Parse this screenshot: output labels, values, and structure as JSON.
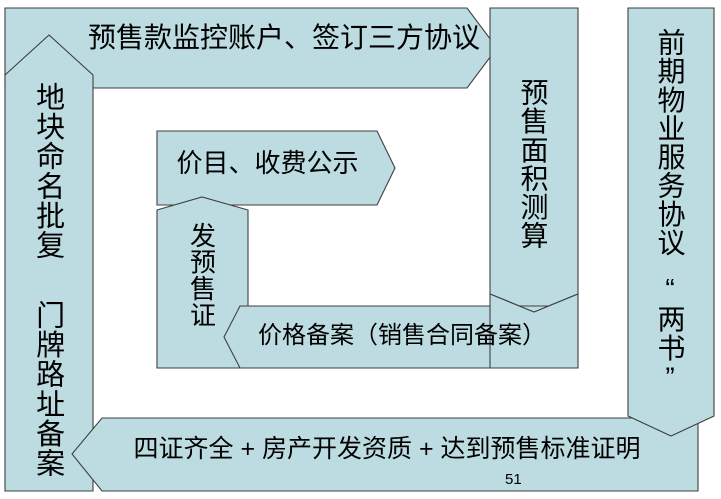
{
  "page": {
    "number": "51",
    "fill_color": "#bcdce1",
    "stroke_color": "#3f3f3f",
    "background": "#ffffff",
    "text_color": "#000000"
  },
  "diagram": {
    "type": "cyclical-arrow-process",
    "title": "",
    "nodes": [
      {
        "id": "top-bar",
        "label": "预售款监控账户、签订三方协议",
        "shape": "right-arrow",
        "orientation": "horizontal",
        "direction": "right"
      },
      {
        "id": "right-bar",
        "label": "预售面积测算",
        "shape": "down-arrow",
        "orientation": "vertical",
        "direction": "down"
      },
      {
        "id": "bottom-bar",
        "label": "四证齐全 + 房产开发资质 + 达到预售标准证明",
        "shape": "left-arrow",
        "orientation": "horizontal",
        "direction": "left"
      },
      {
        "id": "left-bar",
        "label_line1": "地块命名批复",
        "label_line2": "门牌路址备案",
        "label": "地块命名批复　门牌路址备案",
        "shape": "up-arrow",
        "orientation": "vertical",
        "direction": "up"
      },
      {
        "id": "inner-top",
        "label": "价目、收费公示",
        "shape": "right-arrow",
        "orientation": "horizontal",
        "direction": "right"
      },
      {
        "id": "inner-left",
        "label": "发预售证",
        "shape": "up-arrow",
        "orientation": "vertical",
        "direction": "up"
      },
      {
        "id": "inner-bottom",
        "label": "价格备案（销售合同备案）",
        "shape": "left-arrow",
        "orientation": "horizontal",
        "direction": "left"
      },
      {
        "id": "far-right-bar",
        "label_line1": "前期物业服务协议",
        "label_line2": "“两书”",
        "label": "前期物业服务协议　“两书”",
        "shape": "down-arrow",
        "orientation": "vertical",
        "direction": "down"
      }
    ]
  }
}
